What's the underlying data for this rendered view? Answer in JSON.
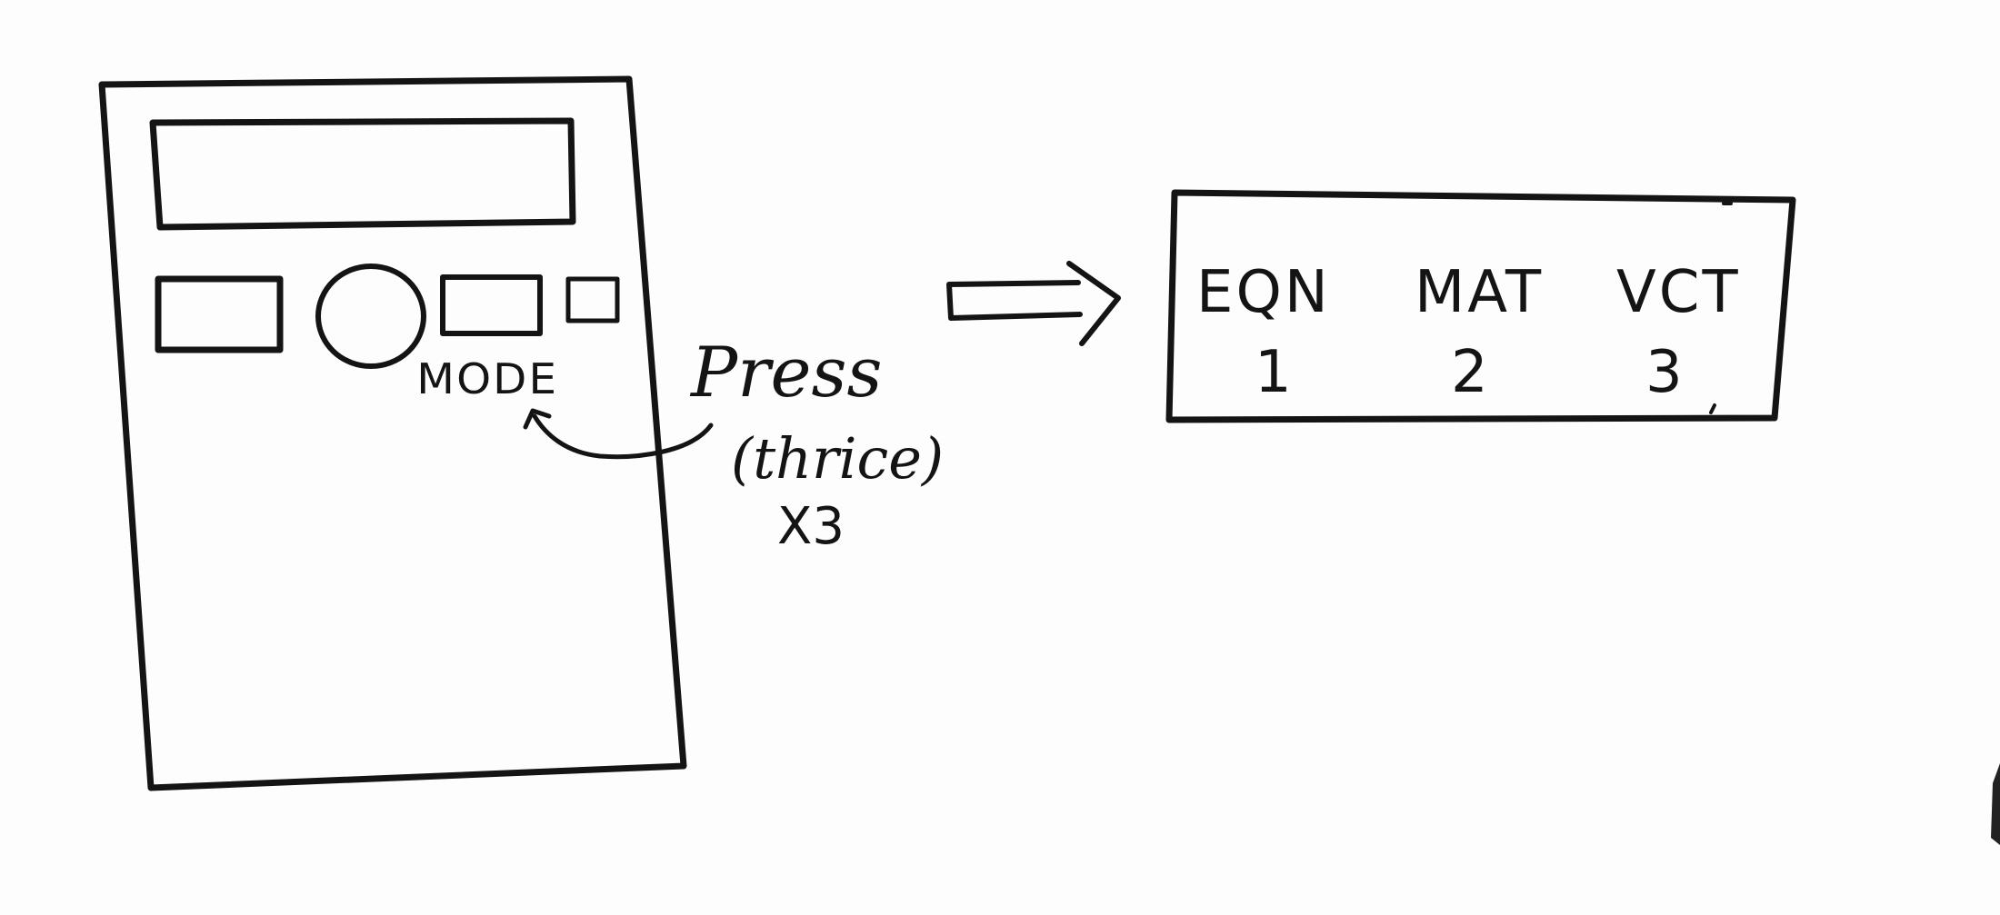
{
  "calculator": {
    "mode_label": "MODE"
  },
  "instruction": {
    "press": "Press",
    "thrice": "(thrice)",
    "times": "X3"
  },
  "mode_menu": {
    "options": [
      {
        "name": "EQN",
        "number": "1"
      },
      {
        "name": "MAT",
        "number": "2"
      },
      {
        "name": "VCT",
        "number": "3"
      }
    ]
  }
}
